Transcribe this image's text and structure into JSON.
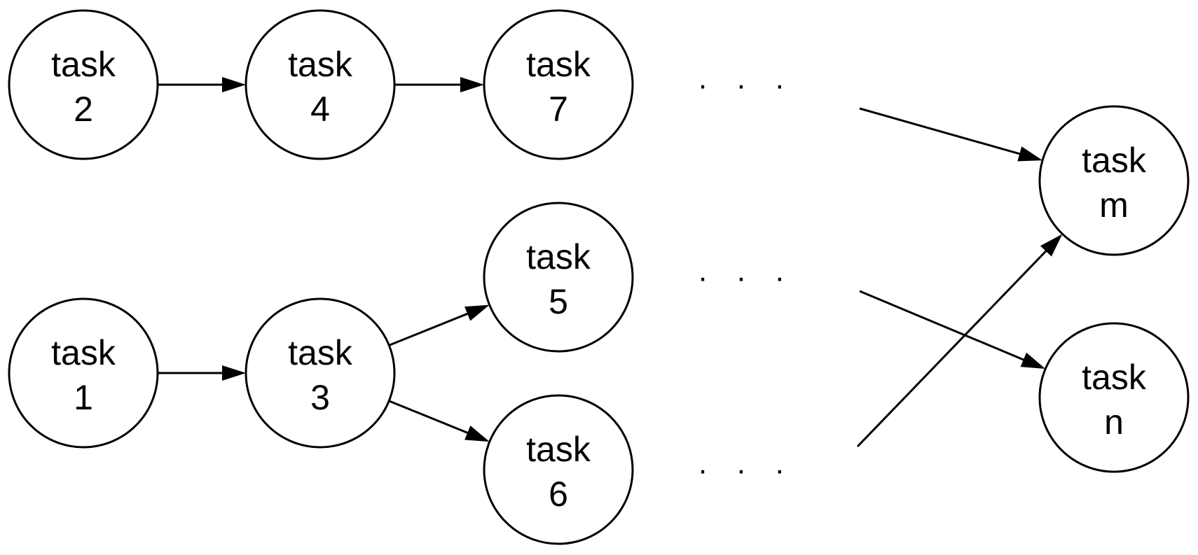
{
  "diagram": {
    "nodes": [
      {
        "id": "task2",
        "line1": "task",
        "line2": "2"
      },
      {
        "id": "task4",
        "line1": "task",
        "line2": "4"
      },
      {
        "id": "task7",
        "line1": "task",
        "line2": "7"
      },
      {
        "id": "task1",
        "line1": "task",
        "line2": "1"
      },
      {
        "id": "task3",
        "line1": "task",
        "line2": "3"
      },
      {
        "id": "task5",
        "line1": "task",
        "line2": "5"
      },
      {
        "id": "task6",
        "line1": "task",
        "line2": "6"
      },
      {
        "id": "taskm",
        "line1": "task",
        "line2": "m"
      },
      {
        "id": "taskn",
        "line1": "task",
        "line2": "n"
      }
    ],
    "edges": [
      {
        "from": "task2",
        "to": "task4"
      },
      {
        "from": "task4",
        "to": "task7"
      },
      {
        "from": "task1",
        "to": "task3"
      },
      {
        "from": "task3",
        "to": "task5"
      },
      {
        "from": "task3",
        "to": "task6"
      },
      {
        "from": "ellipsis-top",
        "to": "taskm"
      },
      {
        "from": "ellipsis-middle",
        "to": "taskn"
      },
      {
        "from": "ellipsis-bottom",
        "to": "taskm"
      }
    ],
    "ellipses": [
      {
        "id": "ellipsis-top",
        "text": "· · ·"
      },
      {
        "id": "ellipsis-middle",
        "text": "· · ·"
      },
      {
        "id": "ellipsis-bottom",
        "text": "· · ·"
      }
    ]
  }
}
